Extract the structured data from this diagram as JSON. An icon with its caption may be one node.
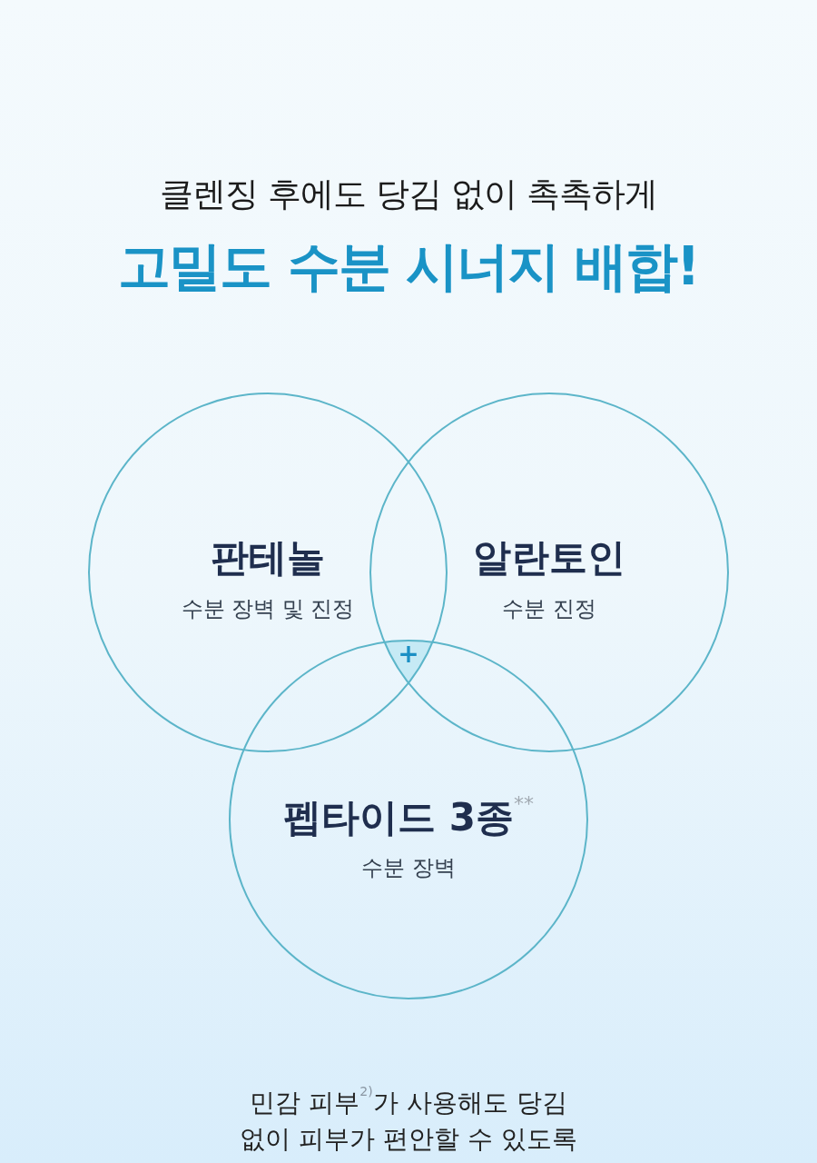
{
  "diagram": {
    "title": "고밀도 수분 시너지 배합!",
    "nodes": [
      {
        "text": [
          "판테놀",
          "수분 장벽 및 진정"
        ]
      },
      {
        "text": [
          "알란토인",
          "수분 진정"
        ]
      },
      {
        "text": [
          "+"
        ]
      },
      {
        "text": [
          "펩타이드 3종$^{**}$",
          "수분 장벽"
        ]
      }
    ],
    "labels": [
      "클렌징 후에도 당김 없이 촉촉하게",
      "민감 피부$^{2)}$가 사용해도 당김 없이 피부가 편안할 수 있도록"
    ]
  }
}
